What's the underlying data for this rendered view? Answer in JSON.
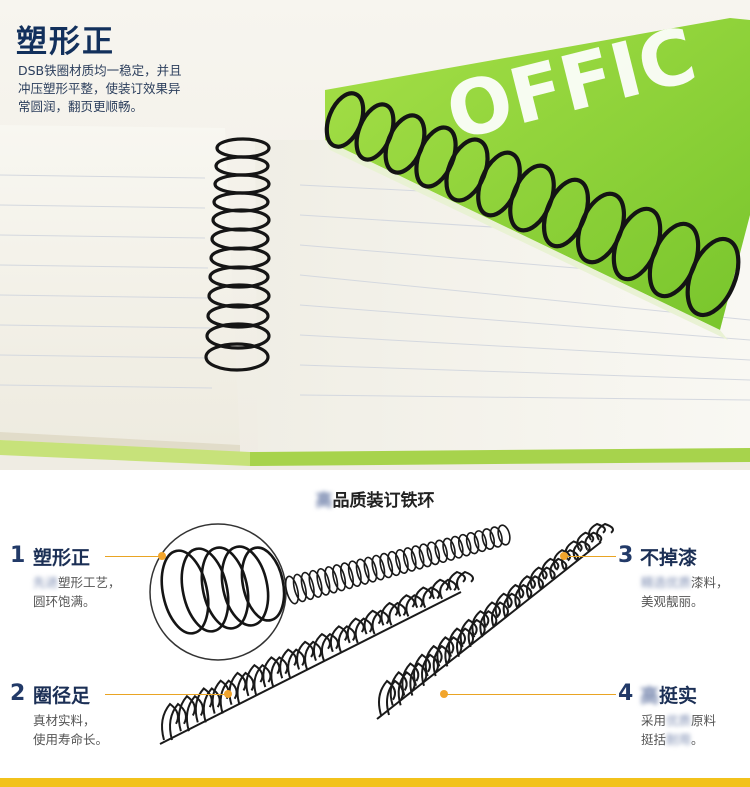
{
  "top": {
    "title": "塑形正",
    "desc_lines": [
      "DSB铁圈材质均一稳定，并且",
      "冲压塑形平整，使装订效果异",
      "常圆润，翻页更顺畅。"
    ],
    "cover_text": "OFFIC"
  },
  "section_title": {
    "blur": "高",
    "text": "品质装订铁环"
  },
  "features": [
    {
      "num": "1",
      "title": "塑形正",
      "desc1_blur": "先进",
      "desc1_text": "塑形工艺，",
      "desc2": "圆环饱满。"
    },
    {
      "num": "2",
      "title": "圈径足",
      "desc1_text": "真材实料，",
      "desc2": "使用寿命长。"
    },
    {
      "num": "3",
      "title": "不掉漆",
      "desc1_blur": "精选优质",
      "desc1_text": "漆料，",
      "desc2": "美观靓丽。"
    },
    {
      "num": "4",
      "title_blur": "高",
      "title": "挺实",
      "desc1_pre": "采用",
      "desc1_blur": "优质",
      "desc1_text": "原料",
      "desc2_pre": "挺括",
      "desc2_blur": "耐用",
      "desc2": "。"
    }
  ],
  "colors": {
    "title": "#12305c",
    "accent": "#f2a52c",
    "cover_green": "#8fd63a",
    "footer": "#f2c21b"
  }
}
